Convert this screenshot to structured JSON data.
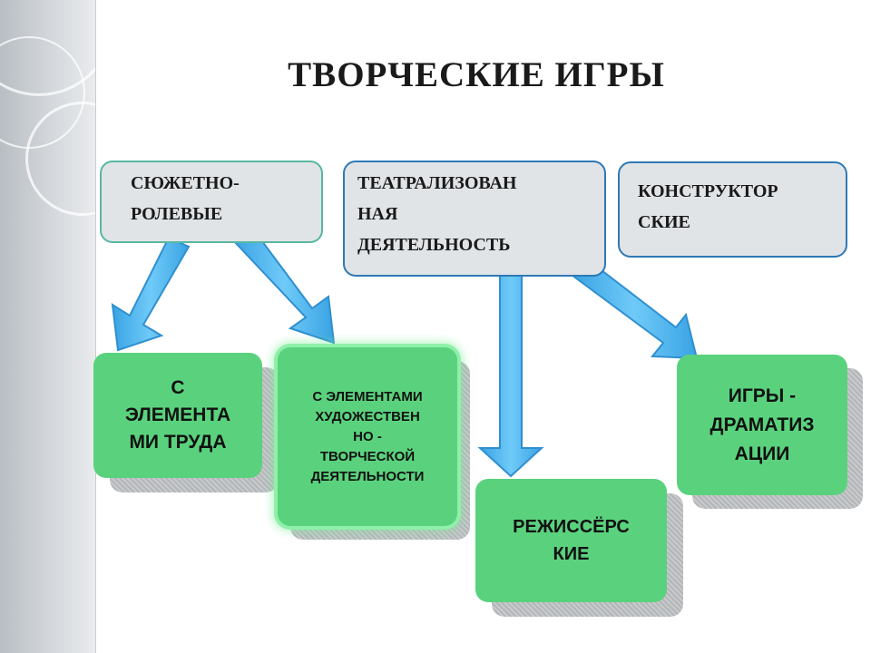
{
  "title": "ТВОРЧЕСКИЕ ИГРЫ",
  "categories": [
    {
      "label": "СЮЖЕТНО-\nРОЛЕВЫЕ"
    },
    {
      "label": "ТЕАТРАЛИЗОВАН\nНАЯ\nДЕЯТЕЛЬНОСТЬ"
    },
    {
      "label": "КОНСТРУКТОР\nСКИЕ"
    }
  ],
  "subtypes": [
    {
      "label": "С\nЭЛЕМЕНТА\nМИ ТРУДА"
    },
    {
      "label": "С ЭЛЕМЕНТАМИ\nХУДОЖЕСТВЕН\nНО -\nТВОРЧЕСКОЙ\nДЕЯТЕЛЬНОСТИ"
    },
    {
      "label": "РЕЖИССЁРС\nКИЕ"
    },
    {
      "label": "ИГРЫ -\nДРАМАТИЗ\nАЦИИ"
    }
  ],
  "colors": {
    "arrow": "#4db6f0",
    "leaf": "#5ad27d",
    "category_fill": "#e1e4e7"
  }
}
